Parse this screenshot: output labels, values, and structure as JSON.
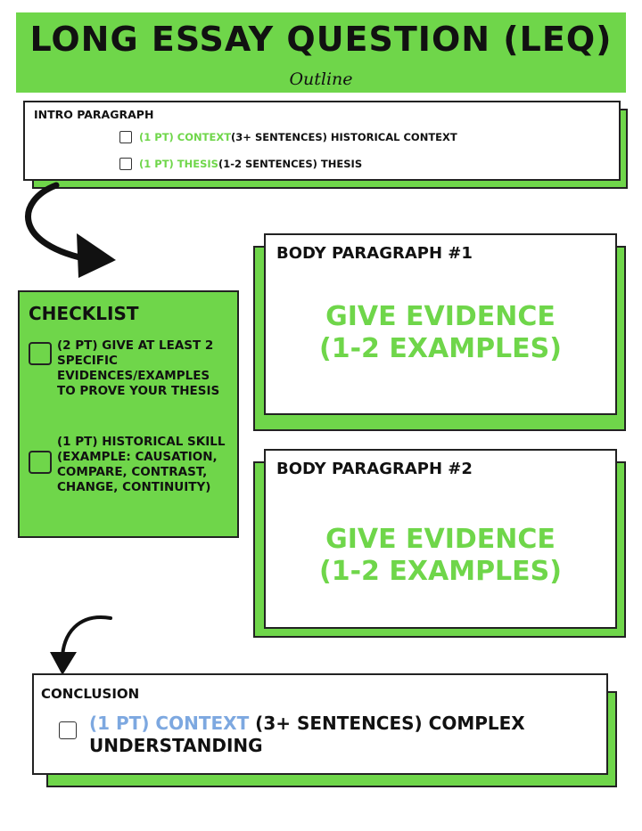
{
  "header": {
    "title": "LONG ESSAY QUESTION (LEQ)",
    "subtitle": "Outline"
  },
  "intro": {
    "label": "INTRO PARAGRAPH",
    "items": [
      {
        "pts": "(1 PT) CONTEXT",
        "text": " (3+ SENTENCES) HISTORICAL CONTEXT"
      },
      {
        "pts": "(1 PT) THESIS",
        "text": " (1-2 SENTENCES) THESIS"
      }
    ]
  },
  "checklist": {
    "title": "CHECKLIST",
    "items": [
      {
        "text": "(2 PT) GIVE AT LEAST 2 SPECIFIC EVIDENCES/EXAMPLES TO PROVE YOUR THESIS"
      },
      {
        "text": "(1 PT) HISTORICAL SKILL (EXAMPLE: CAUSATION, COMPARE, CONTRAST, CHANGE, CONTINUITY)"
      }
    ]
  },
  "body1": {
    "label": "BODY PARAGRAPH #1",
    "line1": "GIVE EVIDENCE",
    "line2": "(1-2 EXAMPLES)"
  },
  "body2": {
    "label": "BODY PARAGRAPH #2",
    "line1": "GIVE EVIDENCE",
    "line2": "(1-2 EXAMPLES)"
  },
  "conclusion": {
    "label": "CONCLUSION",
    "pts": "(1 PT) CONTEXT",
    "text": " (3+ SENTENCES) COMPLEX UNDERSTANDING"
  },
  "colors": {
    "accent": "#6fd64a",
    "pts_blue": "#7da8e0"
  }
}
